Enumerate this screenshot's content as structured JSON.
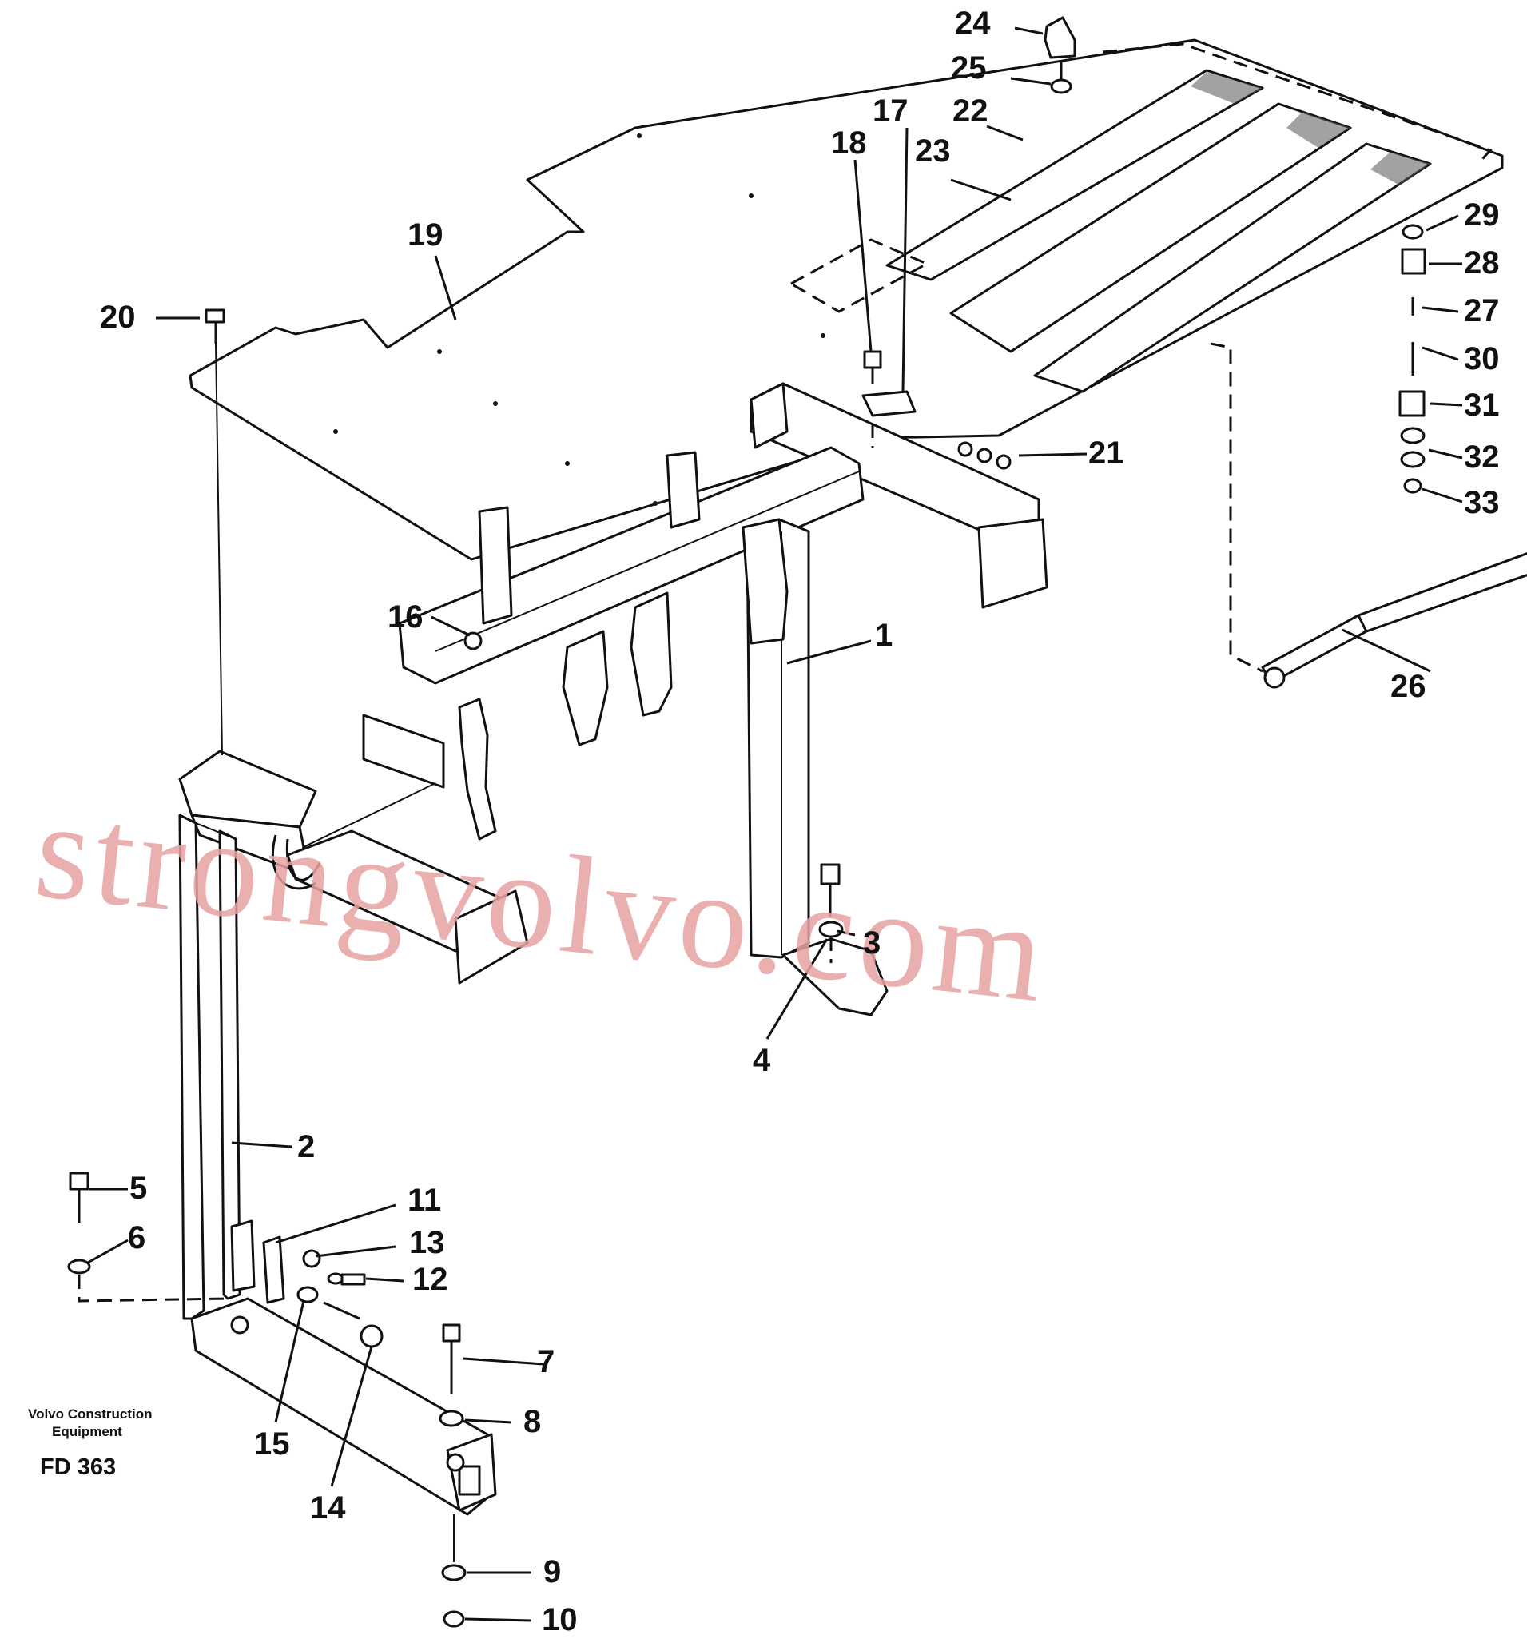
{
  "caption": {
    "line1": "Volvo Construction",
    "line2": "Equipment",
    "code": "FD 363"
  },
  "watermark": "strongvolvo.com",
  "callouts": [
    "1",
    "2",
    "3",
    "4",
    "5",
    "6",
    "7",
    "8",
    "9",
    "10",
    "11",
    "12",
    "13",
    "14",
    "15",
    "16",
    "17",
    "18",
    "19",
    "20",
    "21",
    "22",
    "23",
    "24",
    "25",
    "26",
    "27",
    "28",
    "29",
    "30",
    "31",
    "32",
    "33"
  ]
}
